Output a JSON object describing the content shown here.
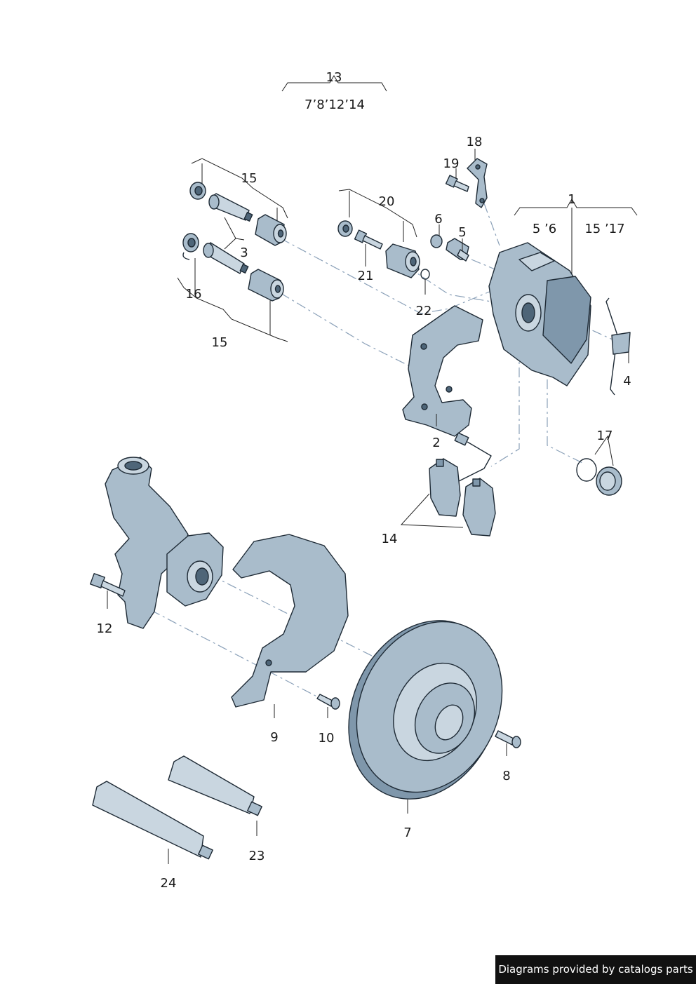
{
  "callouts": {
    "c1": "1",
    "c1_sub_a": "5 ʼ6",
    "c1_sub_b": "15 ʼ17",
    "c2": "2",
    "c3": "3",
    "c4": "4",
    "c5": "5",
    "c6": "6",
    "c7": "7",
    "c8": "8",
    "c9": "9",
    "c10": "10",
    "c12": "12",
    "c13": "13",
    "c13_sub": "7ʼ8ʼ12ʼ14",
    "c14": "14",
    "c15a": "15",
    "c15b": "15",
    "c16": "16",
    "c17": "17",
    "c18": "18",
    "c19": "19",
    "c20": "20",
    "c21": "21",
    "c22": "22",
    "c23": "23",
    "c24": "24"
  },
  "footer": {
    "credit": "Diagrams provided by catalogs parts"
  }
}
